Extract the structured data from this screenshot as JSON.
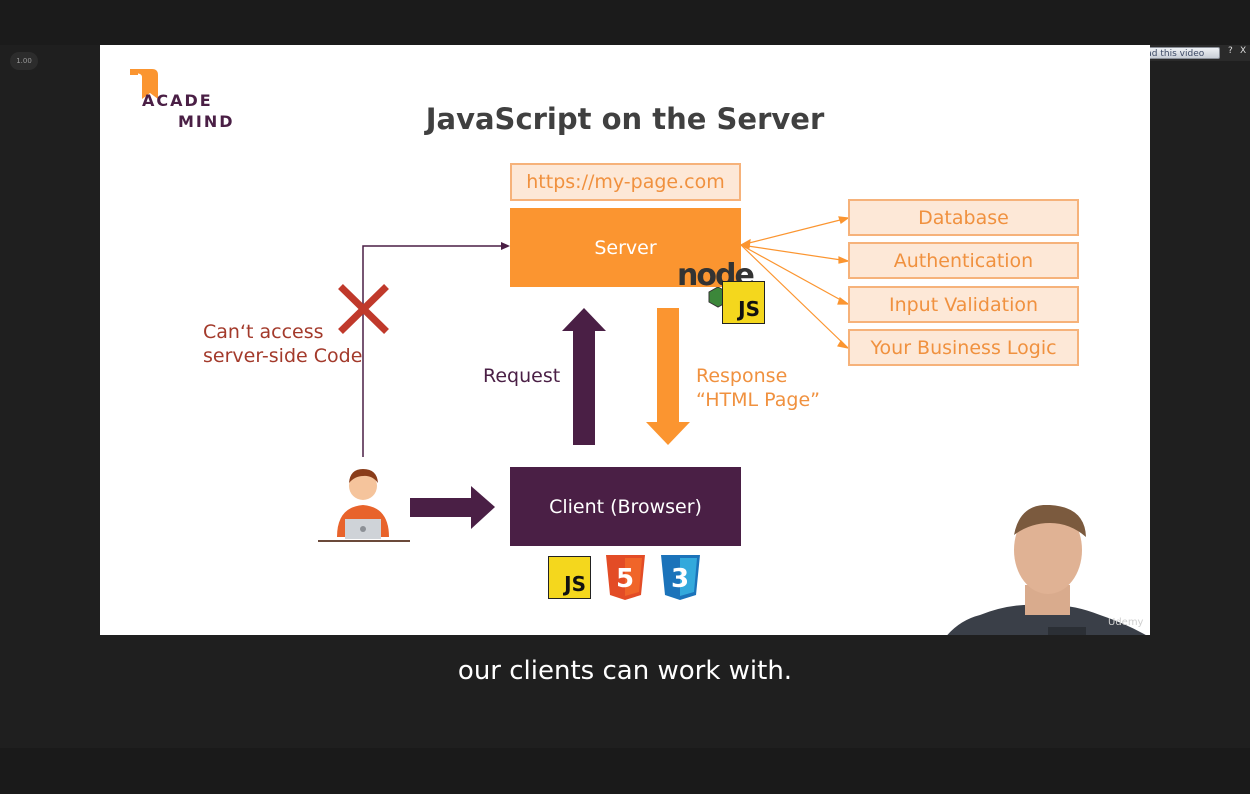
{
  "player": {
    "speed": "1.00",
    "download_label": "▶ Download this video",
    "help_label": "?",
    "close_label": "X",
    "watermark": "Udemy",
    "caption": "our clients can work with."
  },
  "slide": {
    "logo_line1": "ACADE",
    "logo_line2": "MIND",
    "title": "JavaScript on the Server",
    "url": "https://my-page.com",
    "server": "Server",
    "client": "Client (Browser)",
    "cant_access_1": "Can‘t access",
    "cant_access_2": "server-side Code",
    "request": "Request",
    "response_1": "Response",
    "response_2": "“HTML Page”",
    "side_items": [
      "Database",
      "Authentication",
      "Input Validation",
      "Your Business Logic"
    ],
    "node_badge_js": "JS",
    "node_word": "node",
    "client_badges": [
      "JS",
      "5",
      "3"
    ]
  },
  "colors": {
    "orange": "#fb9530",
    "purple": "#4a1f45",
    "red": "#a33a2b",
    "light_orange": "#fde8d7"
  }
}
